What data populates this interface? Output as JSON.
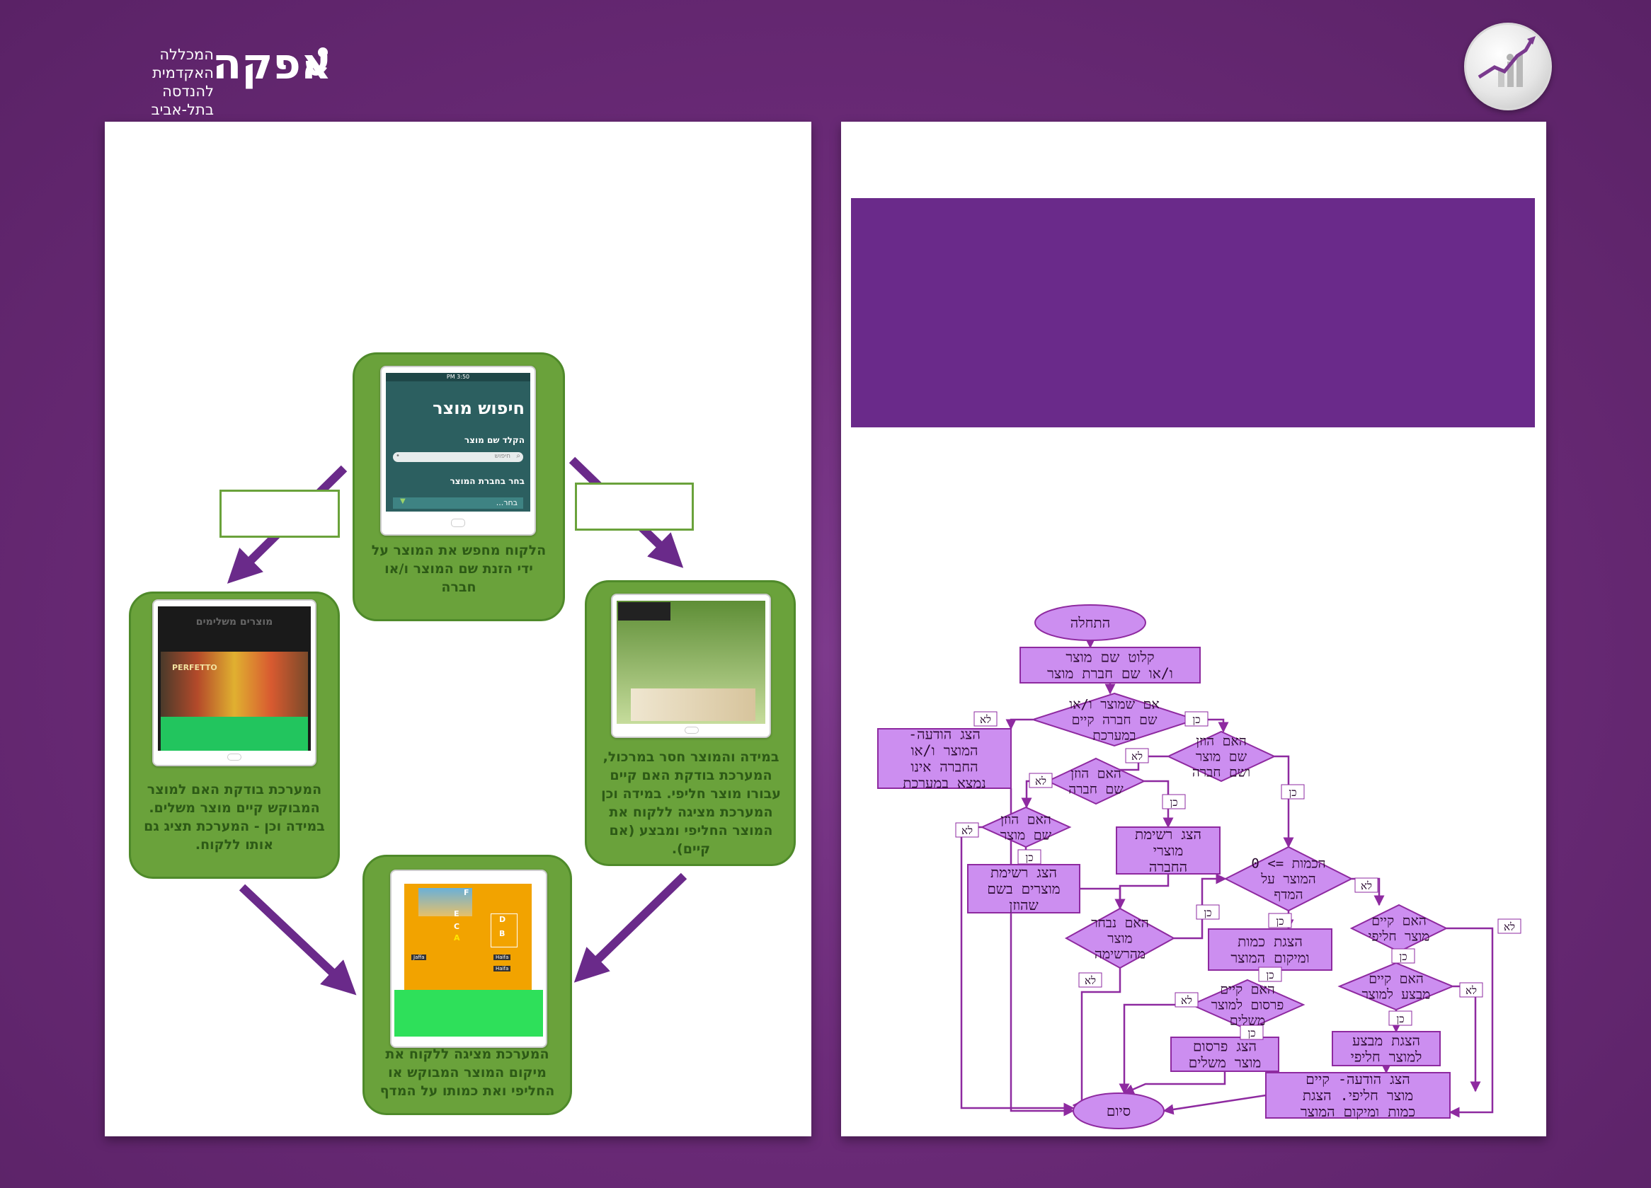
{
  "header": {
    "logo_word": "אפקה",
    "logo_line1": "המכללה האקדמית",
    "logo_line2": "להנדסה בתל-אביב"
  },
  "cycle": {
    "search_screen": {
      "title": "חיפוש מוצר",
      "field_label": "הקלד שם מוצר",
      "search_placeholder": "חיפוש",
      "company_label": "בחר בחברת המוצר",
      "select_value": "בחר..."
    },
    "top_caption": "הלקוח מחפש את המוצר על ידי הזנת שם המוצר ו/או חברה",
    "right_caption": "במידה והמוצר חסר במרכול, המערכת בודקת האם קיים עבורו מוצר חליפי. במידה וכן המערכת מציגה ללקוח את המוצר החליפי ומבצע (אם קיים).",
    "left_caption": "המערכת בודקת האם למוצר המבוקש קיים מוצר משלים. במידה וכן - המערכת תציג גם אותו ללקוח.",
    "bottom_caption": "המערכת מציגה ללקוח את מיקום המוצר המבוקש או החליפי ואת כמותו על המדף",
    "map_labels": [
      "F",
      "E",
      "D",
      "C",
      "B",
      "A"
    ],
    "map_buttons": [
      "Jaffa",
      "Haifa",
      "Haifa"
    ],
    "left_screen_title": "מוצרים משלימים",
    "left_screen_product": "PERFETTO",
    "status_time": "3:50 PM",
    "arrow_color": "#6a2a8a"
  },
  "flowchart": {
    "start": "התחלה",
    "input": [
      "קלוט שם מוצר",
      "ו/או שם חברת מוצר"
    ],
    "exists": [
      "אם שמוצר ו/או",
      "שם חברה קיים",
      "במערכת"
    ],
    "not_found": [
      "הצג הודעה-",
      "המוצר ו/או",
      "החברה אינו",
      "נמצא במערכת"
    ],
    "both_entered": [
      "האם הוזן",
      "שם מוצר",
      "ושם חברה"
    ],
    "company_entered": [
      "האם הוזן",
      "שם חברה"
    ],
    "product_entered": [
      "האם הוזן",
      "שם מוצר"
    ],
    "company_list": [
      "הצג רשימת",
      "מוצרי",
      "החברה"
    ],
    "product_list": [
      "הצג רשימת",
      "מוצרים בשם",
      "שהוזן"
    ],
    "chosen": [
      "האם נבחר",
      "מוצר",
      "מהרשימה"
    ],
    "quantity": [
      "הכמות => 0",
      "המוצר על",
      "המדף"
    ],
    "show_quantity": [
      "הצגת כמות",
      "ומיקום המוצר"
    ],
    "alt_exists": [
      "האם קיים",
      "מוצר חליפי"
    ],
    "complement_ad": [
      "האם קיים",
      "פרסום למוצר",
      "משלים"
    ],
    "promo_exists": [
      "האם קיים",
      "מבצע למוצר"
    ],
    "show_promo": [
      "הצגת מבצע",
      "למוצר חליפי"
    ],
    "show_ad": [
      "הצג פרסום",
      "מוצר משלים"
    ],
    "alt_message": [
      "הצג הודעה- קיים",
      "מוצר חליפי. הצגת",
      "כמות ומיקום המוצר"
    ],
    "end": "סיום",
    "yes": "כן",
    "no": "לא",
    "node_color": "#cc8ef0",
    "line_color": "#8e2aa0"
  }
}
